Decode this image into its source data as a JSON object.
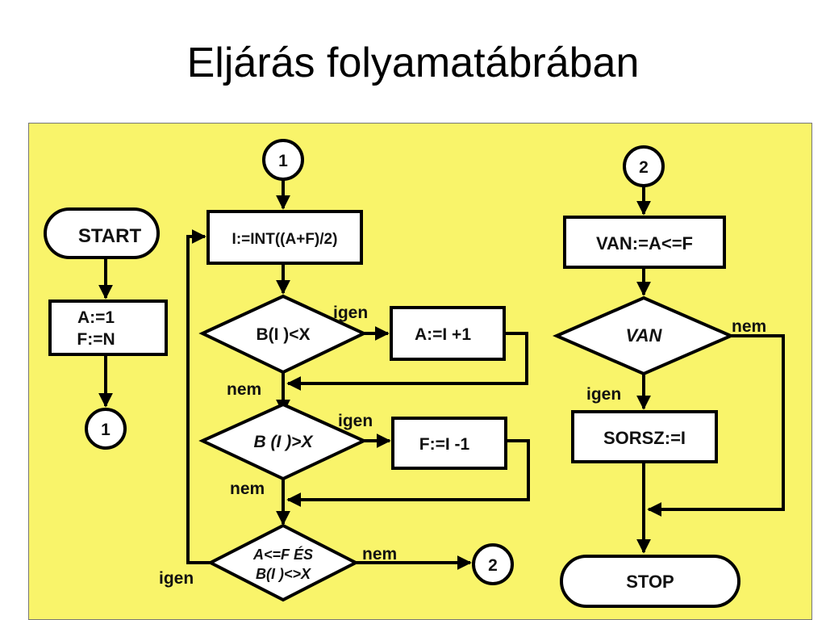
{
  "title": "Eljárás folyamatábrában",
  "colors": {
    "panel_bg": "#f9f46a",
    "shape_fill": "#ffffff",
    "stroke": "#000000"
  },
  "flowchart": {
    "start": "START",
    "init_a": "A:=1",
    "init_f": "F:=N",
    "connector_1": "1",
    "connector_2": "2",
    "calc_i": "I:=INT((A+F)/2)",
    "cond_less": "B(I )<X",
    "set_a": "A:=I +1",
    "cond_greater": "B (I )>X",
    "set_f": "F:=I -1",
    "cond_loop_1": "A<=F ÉS",
    "cond_loop_2": "B(I )<>X",
    "van_assign": "VAN:=A<=F",
    "cond_van": "VAN",
    "sorsz": "SORSZ:=I",
    "stop": "STOP",
    "yes": "igen",
    "no": "nem"
  }
}
